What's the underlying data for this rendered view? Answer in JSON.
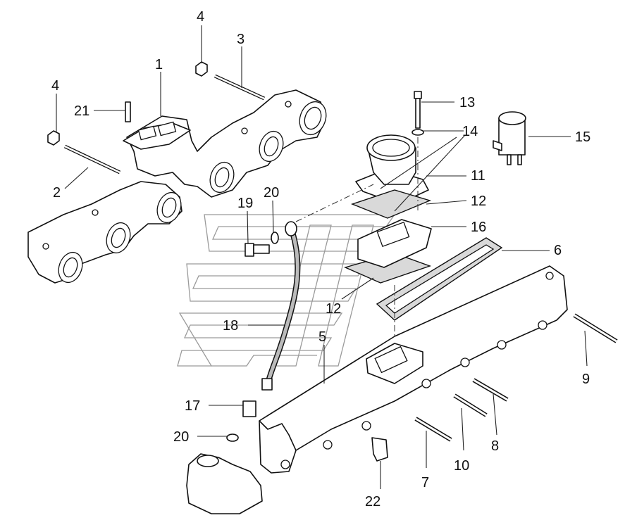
{
  "callouts": [
    {
      "id": "c1",
      "label": "1"
    },
    {
      "id": "c2",
      "label": "2"
    },
    {
      "id": "c3",
      "label": "3"
    },
    {
      "id": "c4a",
      "label": "4"
    },
    {
      "id": "c4b",
      "label": "4"
    },
    {
      "id": "c5",
      "label": "5"
    },
    {
      "id": "c6",
      "label": "6"
    },
    {
      "id": "c7",
      "label": "7"
    },
    {
      "id": "c8",
      "label": "8"
    },
    {
      "id": "c9",
      "label": "9"
    },
    {
      "id": "c10",
      "label": "10"
    },
    {
      "id": "c11",
      "label": "11"
    },
    {
      "id": "c12a",
      "label": "12"
    },
    {
      "id": "c12b",
      "label": "12"
    },
    {
      "id": "c13",
      "label": "13"
    },
    {
      "id": "c14",
      "label": "14"
    },
    {
      "id": "c15",
      "label": "15"
    },
    {
      "id": "c16",
      "label": "16"
    },
    {
      "id": "c17",
      "label": "17"
    },
    {
      "id": "c18",
      "label": "18"
    },
    {
      "id": "c19",
      "label": "19"
    },
    {
      "id": "c20a",
      "label": "20"
    },
    {
      "id": "c20b",
      "label": "20"
    },
    {
      "id": "c21",
      "label": "21"
    },
    {
      "id": "c22",
      "label": "22"
    }
  ]
}
